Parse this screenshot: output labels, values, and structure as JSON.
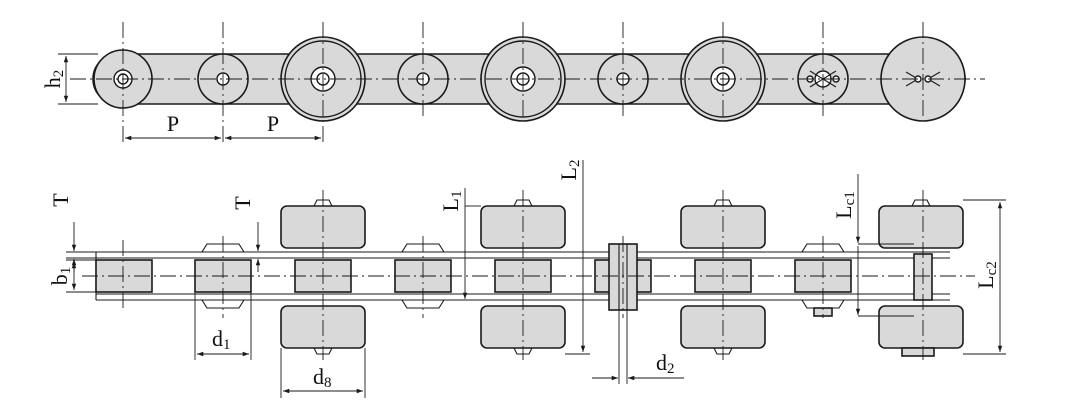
{
  "colors": {
    "part_fill": "#d9d9d9",
    "stroke": "#1a1a1a",
    "background": "#ffffff"
  },
  "side_view": {
    "dimensions": {
      "h2": {
        "main": "h",
        "sub": "2"
      },
      "p_1": {
        "main": "P",
        "sub": ""
      },
      "p_2": {
        "main": "P",
        "sub": ""
      }
    }
  },
  "top_view": {
    "dimensions": {
      "t_1": {
        "main": "T",
        "sub": ""
      },
      "t_2": {
        "main": "T",
        "sub": ""
      },
      "b1": {
        "main": "b",
        "sub": "1"
      },
      "d1": {
        "main": "d",
        "sub": "1"
      },
      "d8": {
        "main": "d",
        "sub": "8"
      },
      "l1": {
        "main": "L",
        "sub": "1"
      },
      "l2": {
        "main": "L",
        "sub": "2"
      },
      "d2": {
        "main": "d",
        "sub": "2"
      },
      "lc1": {
        "main": "L",
        "sub": "c1"
      },
      "lc2": {
        "main": "L",
        "sub": "c2"
      }
    }
  }
}
